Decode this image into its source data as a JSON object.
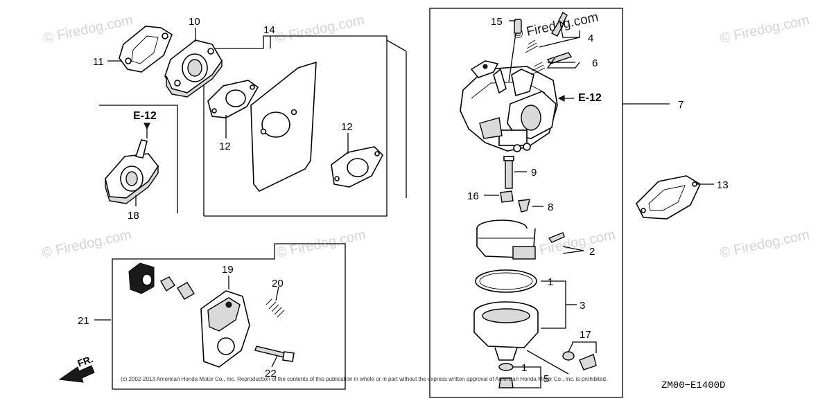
{
  "watermark": {
    "text": "© Firedog.com"
  },
  "copyright": "(c) 2002-2013 American Honda Motor Co., Inc. Reproduction of the contents of this publication in whole or in part without the express written approval of American Honda Motor Co., Inc. is prohibited.",
  "diagram_code": "ZM00−E1400D",
  "direction_label": "FR.",
  "references": {
    "e12_left": "E-12",
    "e12_right": "E-12"
  },
  "callouts": {
    "c1a": "1",
    "c1b": "1",
    "c2": "2",
    "c3": "3",
    "c4": "4",
    "c5": "5",
    "c6": "6",
    "c7": "7",
    "c8": "8",
    "c9": "9",
    "c10": "10",
    "c11": "11",
    "c12a": "12",
    "c12b": "12",
    "c13": "13",
    "c14": "14",
    "c15": "15",
    "c16": "16",
    "c17": "17",
    "c18": "18",
    "c19": "19",
    "c20": "20",
    "c21": "21",
    "c22": "22"
  }
}
